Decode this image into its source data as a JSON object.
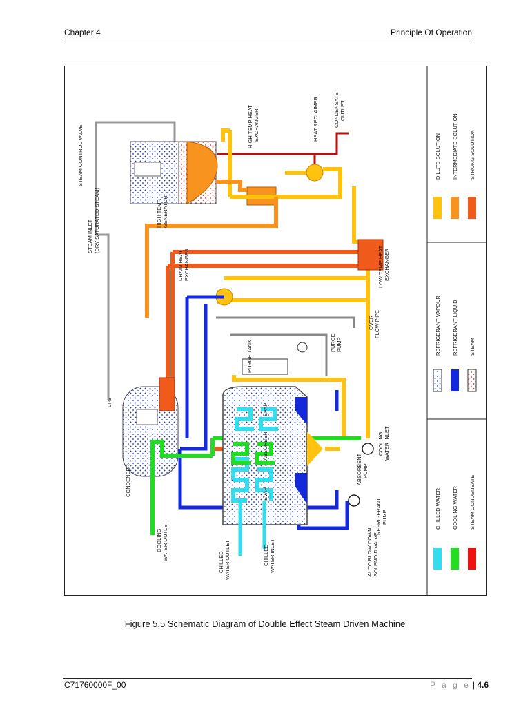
{
  "header": {
    "chapter": "Chapter 4",
    "section": "Principle Of Operation"
  },
  "figure": {
    "caption": "Figure 5.5 Schematic Diagram of Double Effect Steam Driven Machine",
    "labels": {
      "steam_control_valve": "STEAM CONTROL VALVE",
      "steam_inlet": "STEAM INLET",
      "dry_saturated": "(DRY SATURATED STEAM)",
      "high_temp_generator": [
        "HIGH TEMP.",
        "GENERATOR"
      ],
      "high_temp_heat_exchanger": [
        "HIGH TEMP HEAT",
        "EXCHANGER"
      ],
      "heat_reclaimer": "HEAT RECLAIMER",
      "condensate_outlet": [
        "CONDENSATE",
        "OUTLET"
      ],
      "drain_heat_exchanger": [
        "DRAIN HEAT",
        "EXCHANGER"
      ],
      "low_temp_heat_exchanger": [
        "LOW TEMP HEAT",
        "EXCHANGER"
      ],
      "over_flow_pipe": [
        "OVER",
        "FLOW PIPE"
      ],
      "purge_pump": [
        "PURGE",
        "PUMP"
      ],
      "purge_tank": "PURGE TANK",
      "ltg": "LTG",
      "condenser": "CONDENSER",
      "cooling_water_outlet": [
        "COOLING",
        "WATER OUTLET"
      ],
      "cooling_water_inlet": [
        "COOLING",
        "WATER INLET"
      ],
      "absorbent_pump": [
        "ABSORBENT",
        "PUMP"
      ],
      "refrigerant_pump": [
        "REFRIGERANT",
        "PUMP"
      ],
      "evaporator": "EVAP",
      "absorber": "ABSORBER",
      "chilled_water_outlet": [
        "CHILLED",
        "WATER OUTLET"
      ],
      "chilled_water_inlet": [
        "CHILLED",
        "WATER INLET"
      ],
      "auto_blow_down": [
        "AUTO BLOW DOWN",
        "SOLENOID VALVE"
      ]
    },
    "legend": {
      "solutions": [
        {
          "label": "DILUTE SOLUTION",
          "color": "#ffc20e"
        },
        {
          "label": "INTERMEDIATE SOLUTION",
          "color": "#f7931e"
        },
        {
          "label": "STRONG SOLUTION",
          "color": "#f05a1a"
        }
      ],
      "refrigerant": [
        {
          "label": "REFRIGERANT VAPOUR",
          "swatch": "dotted-blue"
        },
        {
          "label": "REFRIGERANT LIQUID",
          "color": "#1428dc"
        },
        {
          "label": "STEAM",
          "swatch": "dotted-red"
        }
      ],
      "water": [
        {
          "label": "CHILLED WATER",
          "color": "#33ddee"
        },
        {
          "label": "COOLING WATER",
          "color": "#22dd22"
        },
        {
          "label": "STEAM CONDENSATE",
          "color": "#ee1111"
        }
      ]
    }
  },
  "footer": {
    "doc_id": "C71760000F_00",
    "page_label": "P a g e",
    "page_number": "4.6"
  }
}
